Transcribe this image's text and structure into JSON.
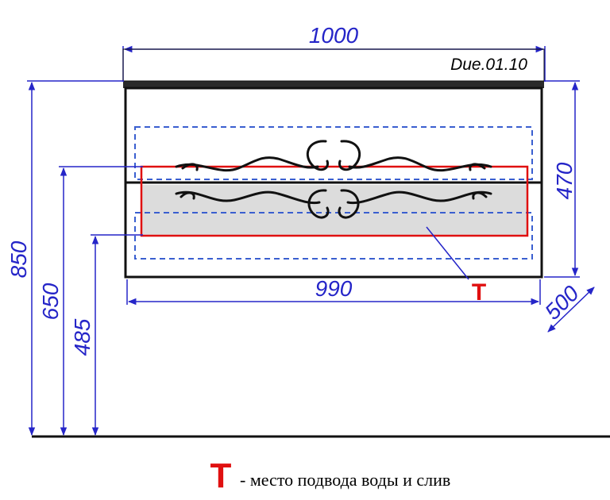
{
  "drawing": {
    "model": "Due.01.10",
    "dimensions": {
      "total_width": "1000",
      "body_width": "990",
      "body_height": "470",
      "depth": "500",
      "height_850": "850",
      "height_650": "650",
      "height_485": "485"
    },
    "marker_label": "T",
    "legend": {
      "symbol": "T",
      "text": "- место подвода воды и слив"
    }
  },
  "colors": {
    "dimension": "#2525c8",
    "frame": "#111111",
    "marker": "#e01010",
    "panel": "#dcdcdc",
    "dashed": "#3a5fd0"
  }
}
